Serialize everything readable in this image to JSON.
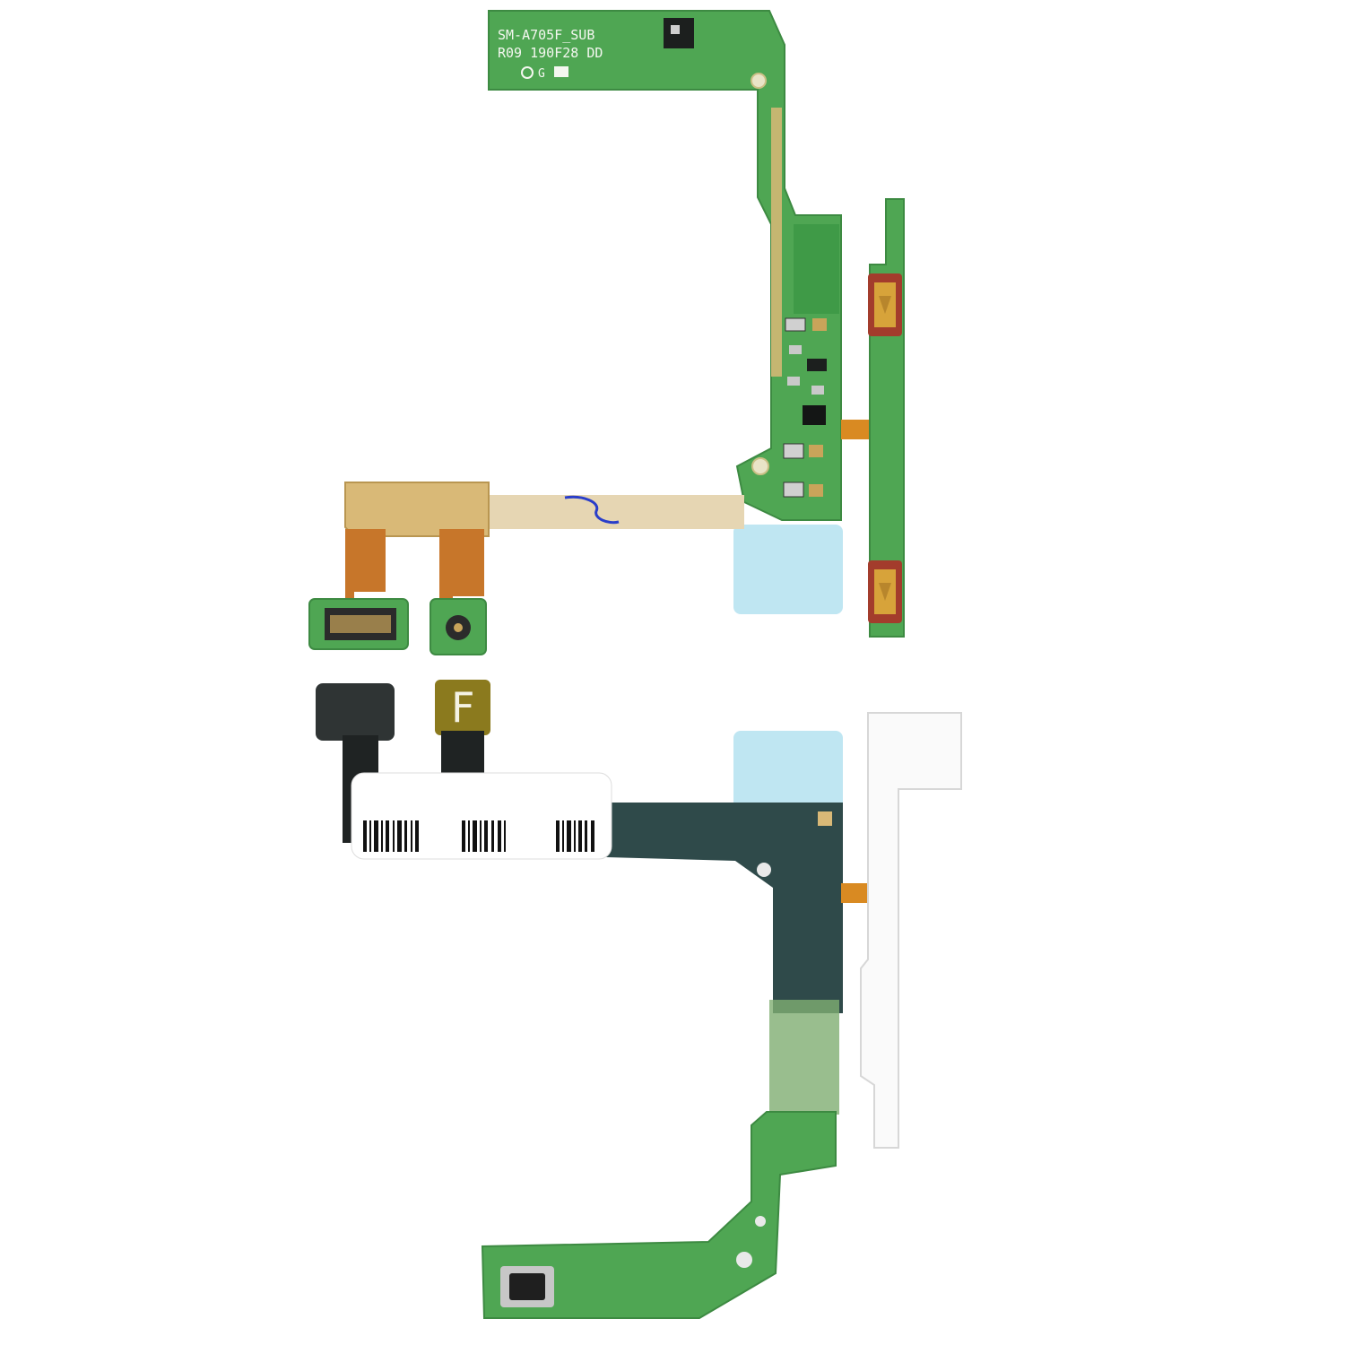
{
  "colors": {
    "background": "#ffffff",
    "pcb_green": "#4fa653",
    "pcb_green_dark": "#3f8f45",
    "flex_orange": "#c7762a",
    "gold_pad": "#d9b977",
    "blue_film": "#bfe6f2",
    "dark_flex": "#2f4a4a",
    "black_flex": "#1f2323",
    "barcode_label": "#ffffff",
    "barcode_bars": "#111111"
  },
  "top_board": {
    "silkscreen_line1": "SM-A705F_SUB",
    "silkscreen_line2": "R09 190F28 DD",
    "logo_marks": "G"
  },
  "bottom_connector": {
    "stiffener_letter": "F"
  }
}
